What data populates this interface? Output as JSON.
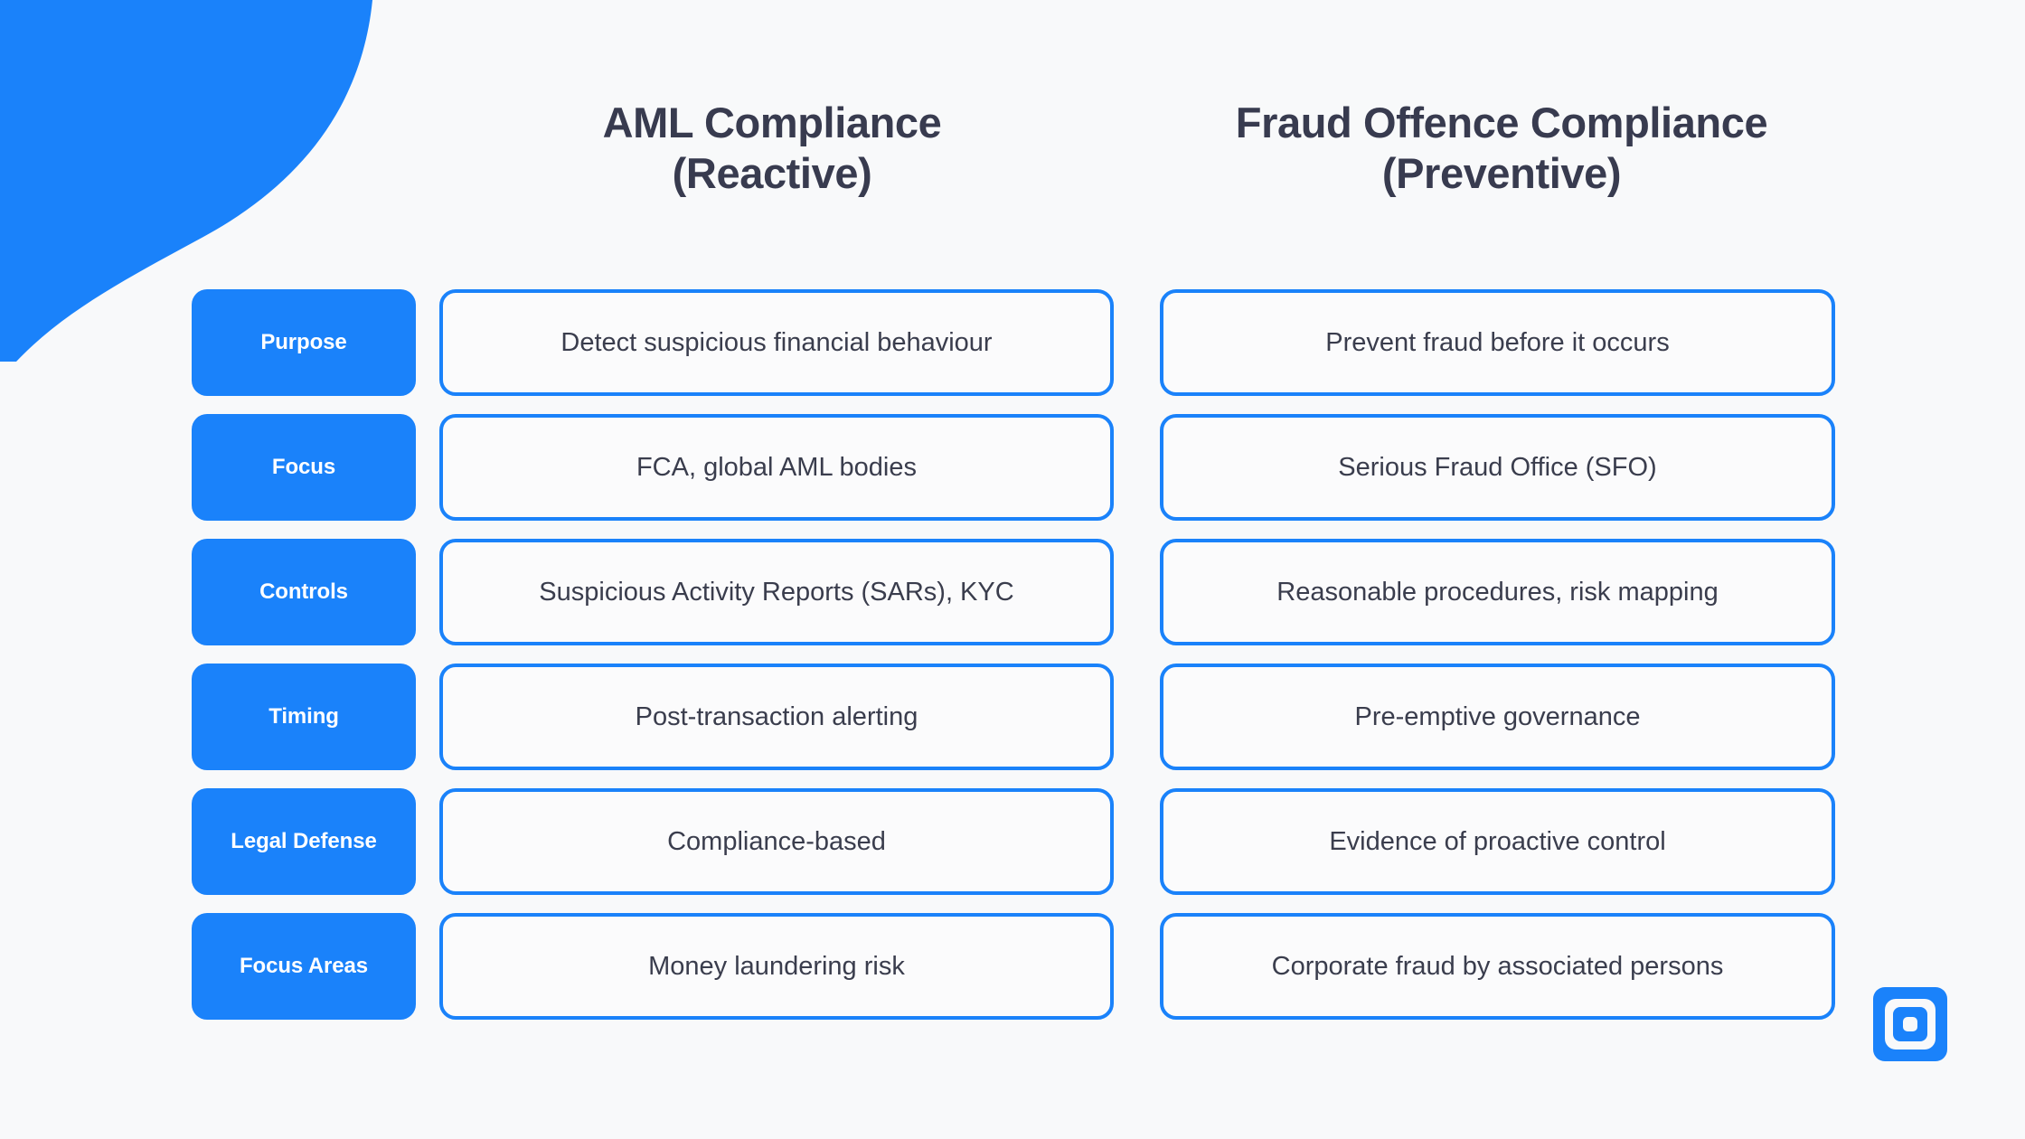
{
  "theme": {
    "background": "#f8f9fa",
    "accent_blue": "#1a82fa",
    "heading_color": "#383b4f",
    "body_text_color": "#3a3d4d",
    "card_fill": "#fbfbfc"
  },
  "columns": {
    "left": {
      "title_line1": "AML Compliance",
      "title_line2": "(Reactive)"
    },
    "right": {
      "title_line1": "Fraud Offence Compliance",
      "title_line2": "(Preventive)"
    }
  },
  "rows": [
    {
      "label": "Purpose",
      "left": "Detect suspicious financial behaviour",
      "right": "Prevent fraud before it occurs"
    },
    {
      "label": "Focus",
      "left": "FCA, global AML bodies",
      "right": "Serious Fraud Office (SFO)"
    },
    {
      "label": "Controls",
      "left": "Suspicious Activity Reports (SARs), KYC",
      "right": "Reasonable procedures, risk mapping"
    },
    {
      "label": "Timing",
      "left": "Post-transaction alerting",
      "right": "Pre-emptive governance"
    },
    {
      "label": "Legal Defense",
      "left": "Compliance-based",
      "right": "Evidence of proactive control"
    },
    {
      "label": "Focus Areas",
      "left": "Money laundering risk",
      "right": "Corporate fraud by associated persons"
    }
  ],
  "decorations": {
    "corner_blob": "blue-wave-shape",
    "logo": "concentric-rounded-squares-logo"
  }
}
